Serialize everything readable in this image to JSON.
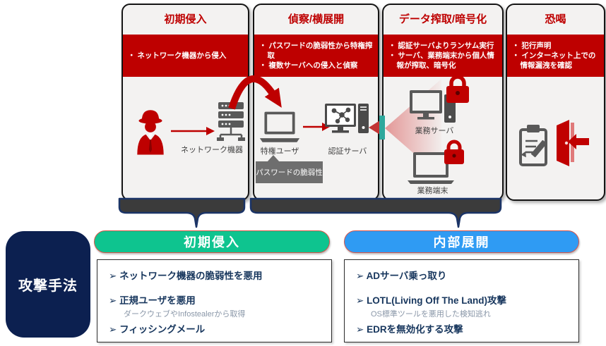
{
  "colors": {
    "phase_red": "#be0000",
    "card_bg": "#f3f2f1",
    "brace_fill": "#3b3b3b",
    "brace_stroke": "#1b3467",
    "navy_box": "#0c2050",
    "green_header": "#0ec48f",
    "blue_header": "#2f9bf3",
    "bullet_navy": "#17365d",
    "icon_gray": "#595959",
    "teal_bar": "#2ea89c"
  },
  "phases": [
    {
      "title": "初期侵入",
      "bullets": [
        "ネットワーク機器から侵入"
      ]
    },
    {
      "title": "偵察/横展開",
      "bullets": [
        "パスワードの脆弱性から特権搾取",
        "複数サーバへの侵入と偵察"
      ]
    },
    {
      "title": "データ搾取/暗号化",
      "bullets": [
        "認証サーバよりランサム実行",
        "サーバ、業務端末から個人情報が搾取、暗号化"
      ]
    },
    {
      "title": "恐喝",
      "bullets": [
        "犯行声明",
        "インターネット上での情報漏洩を確認"
      ]
    }
  ],
  "diagram": {
    "network_device_label": "ネットワーク機器",
    "privileged_user_label": "特権ユーザ",
    "password_callout": "パスワードの脆弱性",
    "auth_server_label": "認証サーバ",
    "business_server_label": "業務サーバ",
    "business_terminal_label": "業務端末"
  },
  "bottom": {
    "side_label": "攻撃手法",
    "groups": [
      {
        "header": "初期侵入",
        "items": [
          {
            "text": "ネットワーク機器の脆弱性を悪用"
          },
          {
            "text": "正規ユーザを悪用",
            "sub": "ダークウェブやInfostealerから取得"
          },
          {
            "text": "フィッシングメール"
          }
        ]
      },
      {
        "header": "内部展開",
        "items": [
          {
            "text": "ADサーバ乗っ取り"
          },
          {
            "text": "LOTL(Living Off The Land)攻撃",
            "sub": "OS標準ツールを悪用した検知逃れ"
          },
          {
            "text": "EDRを無効化する攻撃"
          }
        ]
      }
    ]
  }
}
